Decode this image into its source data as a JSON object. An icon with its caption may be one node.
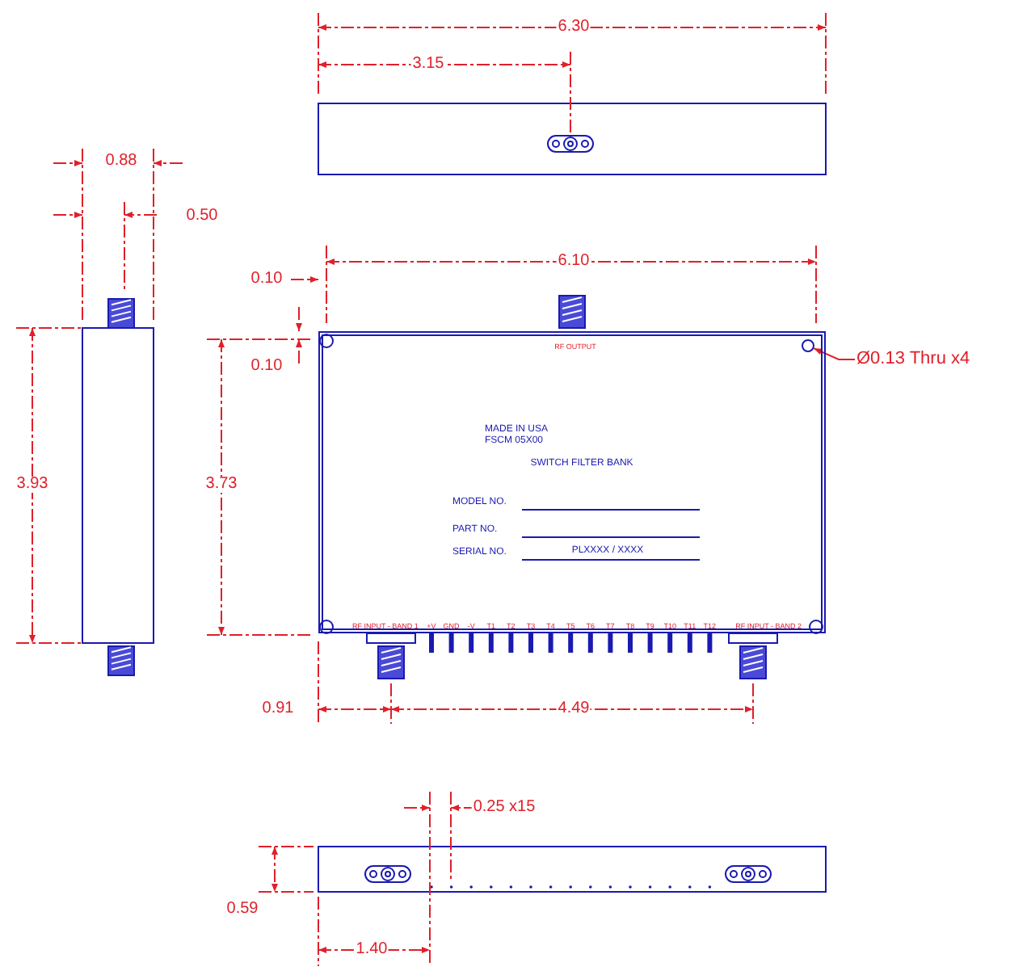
{
  "diagram": {
    "nodes": [
      {
        "text": [
          "RF OUTPUT",
          "MADE IN USA",
          "FSCM 05X00",
          "SWITCH FILTER BANK",
          "MODEL NO.",
          "PART NO.",
          "SERIAL NO.",
          "PLXXXX / XXXX",
          "RF INPUT - BAND 1",
          "+V",
          "GND",
          "-V",
          "T1",
          "T2",
          "T3",
          "T4",
          "T5",
          "T6",
          "T7",
          "T8",
          "T9",
          "T10",
          "T11",
          "T12",
          "RF INPUT - BAND 2"
        ]
      },
      {
        "text": [
          "Ø0.13 Thru x4"
        ]
      },
      {
        "text": [],
        "shape": "circle",
        "in": 0
      }
    ],
    "edges": [
      {
        "from": 1,
        "to": 2,
        "arrow": "to"
      }
    ],
    "labels": [
      "6.30",
      "3.15",
      "0.88",
      "0.50",
      "6.10",
      "0.10",
      "0.10",
      "3.93",
      "3.73",
      "0.91",
      "4.49",
      "0.25 x15",
      "0.59",
      "1.40"
    ]
  }
}
